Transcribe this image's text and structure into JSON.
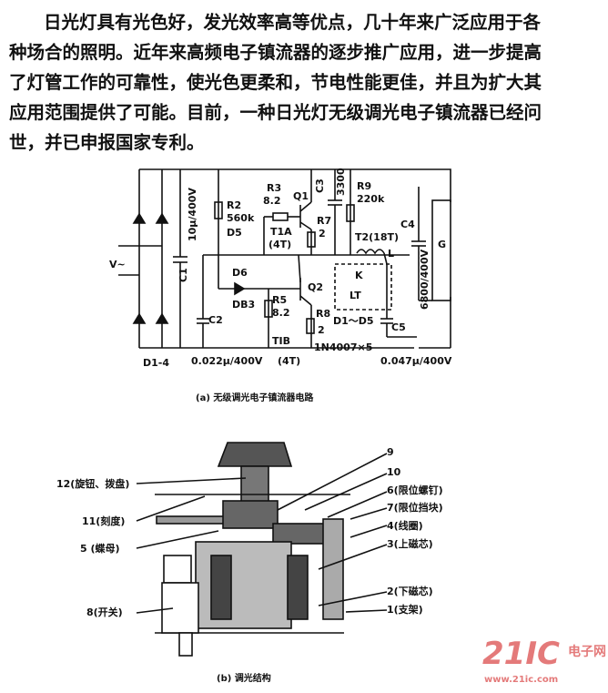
{
  "paragraph": {
    "lines": [
      "日光灯具有光色好，发光效率高等优点，几十年来广泛应用于各",
      "种场合的照明。近年来高频电子镇流器的逐步推广应用，进一步提高",
      "了灯管工作的可靠性，使光色更柔和，节电性能更佳，并且为扩大其",
      "应用范围提供了可能。目前，一种日光灯无级调光电子镇流器已经问",
      "世，并已申报国家专利。"
    ]
  },
  "circuit": {
    "caption": "(a) 无级调光电子镇流器电路",
    "labels": {
      "v_in": "V~",
      "c1": "C1",
      "c1_val": "10μ/400V",
      "r2": "R2",
      "r2_val": "560k",
      "d5": "D5",
      "r3": "R3",
      "r3_val": "8.2",
      "q1": "Q1",
      "c3": "C3",
      "c3_val": "3300",
      "r9": "R9",
      "r9_val": "220k",
      "t1a": "T1A",
      "t1a_turns": "(4T)",
      "r7": "R7",
      "r7_val": "2",
      "t2": "T2(18T)",
      "l": "L",
      "c4": "C4",
      "c4_val": "6800/400V",
      "g": "G",
      "k": "K",
      "lt": "LT",
      "d6": "D6",
      "db3": "DB3",
      "r5": "R5",
      "r5_val": "8.2",
      "q2": "Q2",
      "c2": "C2",
      "r8": "R8",
      "r8_val": "2",
      "d1_d5": "D1～D5",
      "diodes": "1N4007×5",
      "c5": "C5",
      "t1b": "TIB",
      "d1_4": "D1-4",
      "c2_val": "0.022μ/400V",
      "t1b_turns": "(4T)",
      "c5_val": "0.047μ/400V"
    }
  },
  "structure": {
    "caption": "(b) 调光结构",
    "labels": {
      "p12": "12(旋钮、拨盘)",
      "p11": "11(刻度)",
      "p5": "5 (蝶母)",
      "p8": "8(开关)",
      "p9": "9",
      "p10": "10",
      "p6": "6(限位螺钉)",
      "p7": "7(限位挡块)",
      "p4": "4(线圈)",
      "p3": "3(上磁芯)",
      "p2": "2(下磁芯)",
      "p1": "1(支架)"
    }
  },
  "watermark": {
    "logo": "21IC",
    "name": "电子网",
    "url": "www.21ic.com"
  }
}
